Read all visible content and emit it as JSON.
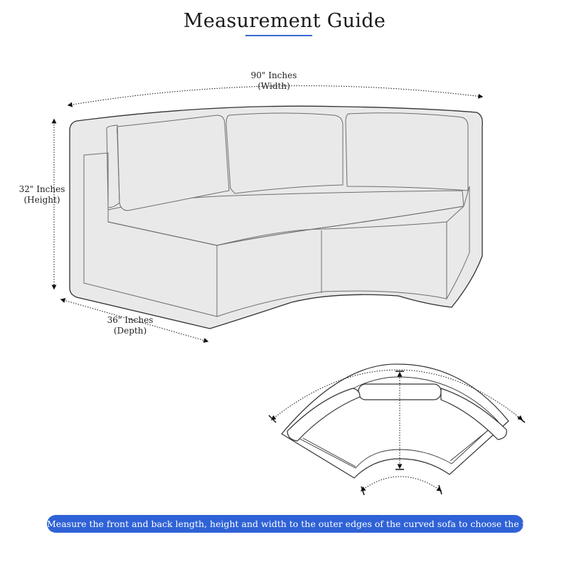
{
  "title": "Measurement Guide",
  "colors": {
    "accent": "#3a6ad4",
    "banner_bg": "#2f62d6",
    "cover_fill": "#e9e9e9",
    "line": "#333333",
    "inner_line": "#6e6e6e"
  },
  "dimensions": {
    "width": {
      "value": "90\" Inches",
      "label": "(Width)"
    },
    "height": {
      "value": "32\" Inches",
      "label": "(Height)"
    },
    "depth": {
      "value": "36\" Inches",
      "label": "(Depth)"
    }
  },
  "banner_text": "Measure the front and back length, height and width to the outer edges of the curved sofa to choose the right size."
}
